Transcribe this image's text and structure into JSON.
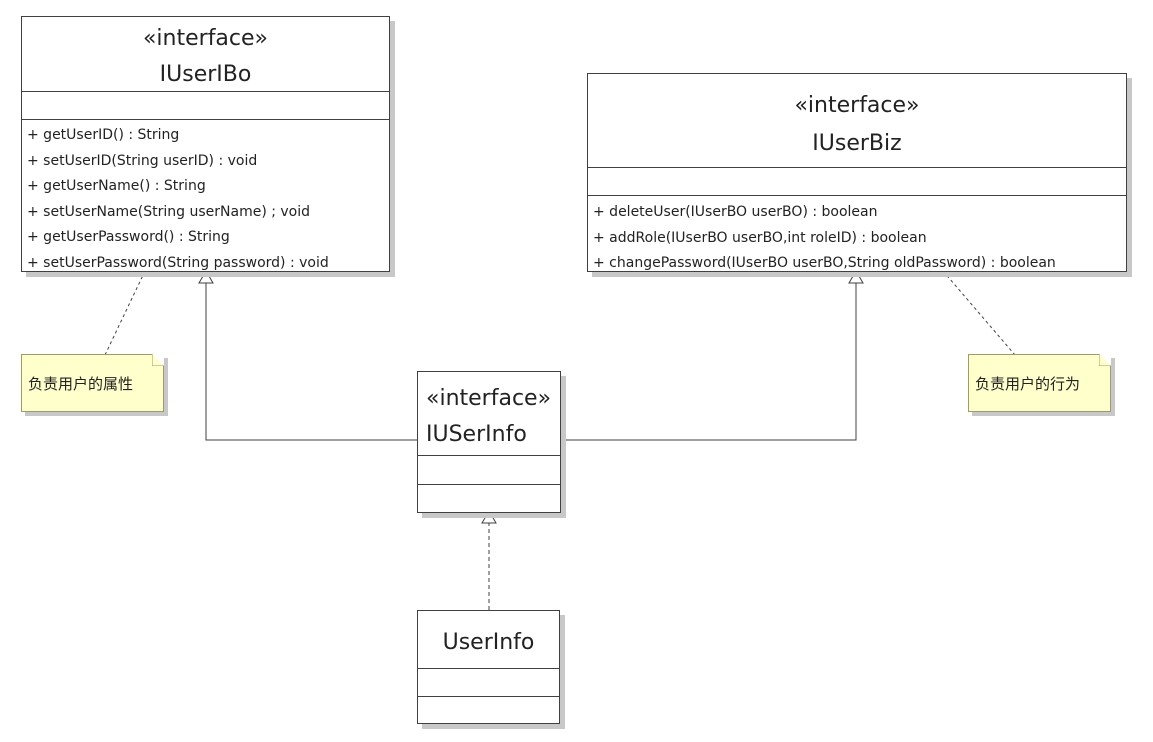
{
  "classes": {
    "iuserbo": {
      "stereotype": "«interface»",
      "name": "IUserIBo",
      "operations": [
        "+ getUserID() : String",
        "+ setUserID(String userID) : void",
        "+ getUserName() : String",
        "+ setUserName(String userName) ; void",
        "+ getUserPassword() : String",
        "+ setUserPassword(String password) : void"
      ]
    },
    "iuserbiz": {
      "stereotype": "«interface»",
      "name": "IUserBiz",
      "operations": [
        "+ deleteUser(IUserBO userBO) : boolean",
        "+ addRole(IUserBO userBO,int roleID) : boolean",
        "+ changePassword(IUserBO userBO,String oldPassword) : boolean"
      ]
    },
    "iuserinfo": {
      "stereotype": "«interface»",
      "name": "IUSerInfo"
    },
    "userinfo": {
      "name": "UserInfo"
    }
  },
  "notes": {
    "left": "负责用户的属性",
    "right": "负责用户的行为"
  },
  "colors": {
    "note_fill": "#ffffcc",
    "border": "#404040",
    "shadow": "#c8c8c8"
  }
}
